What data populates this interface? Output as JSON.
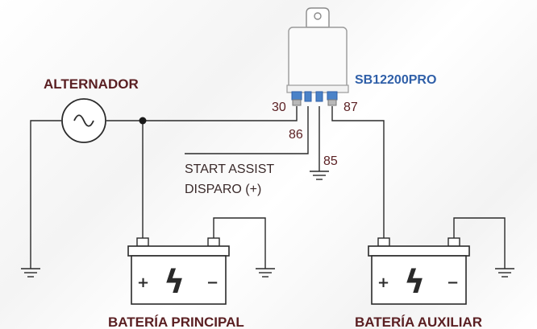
{
  "labels": {
    "alternator": "ALTERNADOR",
    "model": "SB12200PRO",
    "pin_30": "30",
    "pin_86": "86",
    "pin_85": "85",
    "pin_87": "87",
    "start_assist": "START ASSIST",
    "trigger": "DISPARO (+)",
    "battery_main": "BATERÍA PRINCIPAL",
    "battery_aux": "BATERÍA AUXILIAR"
  },
  "symbols": {
    "plus": "+",
    "minus": "−",
    "lightning": "ϟ"
  },
  "icons": {
    "alternator": "ac-source-icon",
    "relay": "relay-icon",
    "battery": "battery-icon",
    "ground": "ground-icon"
  },
  "colors": {
    "dark_label": "#5a1f22",
    "model_label": "#2f5fa8",
    "wire": "#2a2a2a"
  }
}
